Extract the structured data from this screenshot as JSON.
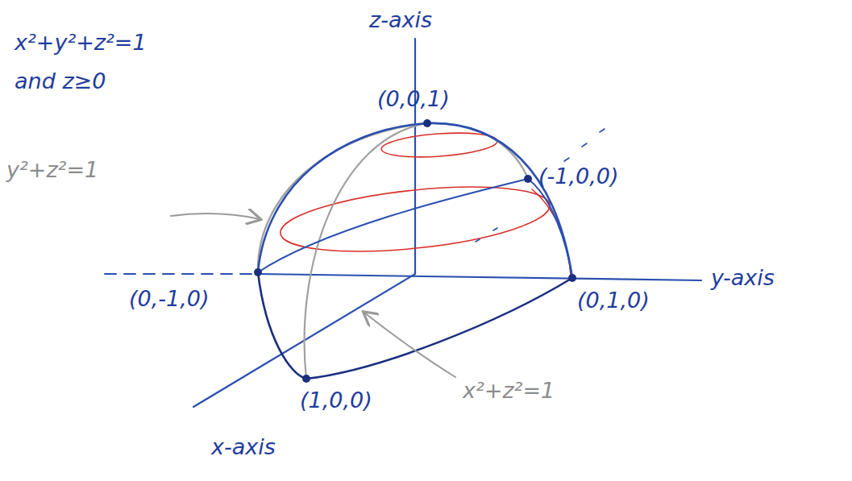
{
  "diagram": {
    "labels": [
      "z-axis",
      "x²+y²+z²=1",
      "and z≥0",
      "(0,0,1)",
      "(-1,0,0)",
      "y²+z²=1",
      "(0,-1,0)",
      "(0,1,0)",
      "y-axis",
      "(1,0,0)",
      "x²+z²=1",
      "x-axis"
    ]
  }
}
